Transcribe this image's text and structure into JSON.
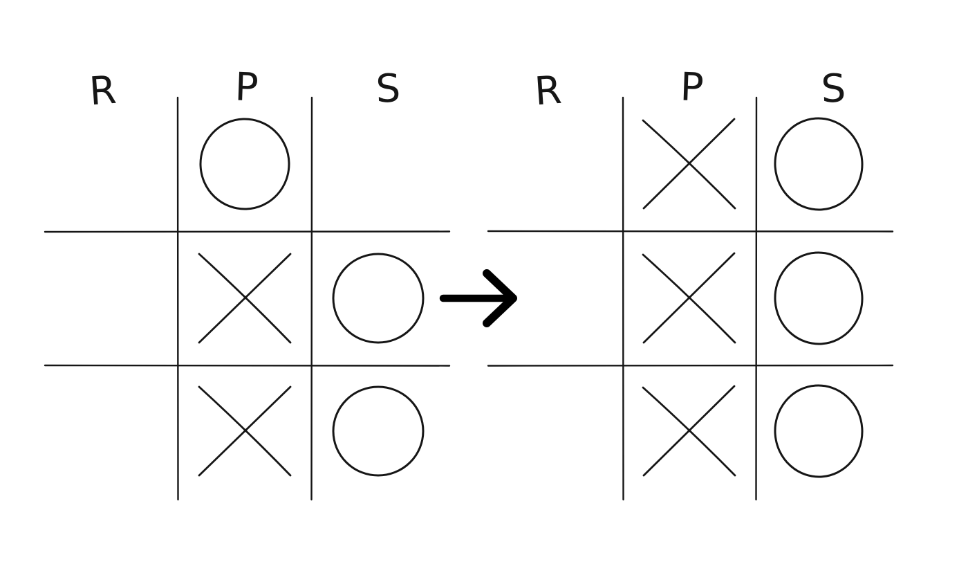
{
  "figure": {
    "title": "rock-paper-scissors tally grids",
    "colors": {
      "ink": "#161616",
      "arrow": "#000000",
      "background": "#ffffff"
    },
    "grids": [
      {
        "id": "before",
        "headers": [
          "R",
          "P",
          "S"
        ],
        "rows": [
          [
            "",
            "O",
            ""
          ],
          [
            "",
            "X",
            "O"
          ],
          [
            "",
            "X",
            "O"
          ]
        ]
      },
      {
        "id": "after",
        "headers": [
          "R",
          "P",
          "S"
        ],
        "rows": [
          [
            "",
            "X",
            "O"
          ],
          [
            "",
            "X",
            "O"
          ],
          [
            "",
            "X",
            "O"
          ]
        ]
      }
    ],
    "arrow": {
      "direction": "right"
    }
  }
}
